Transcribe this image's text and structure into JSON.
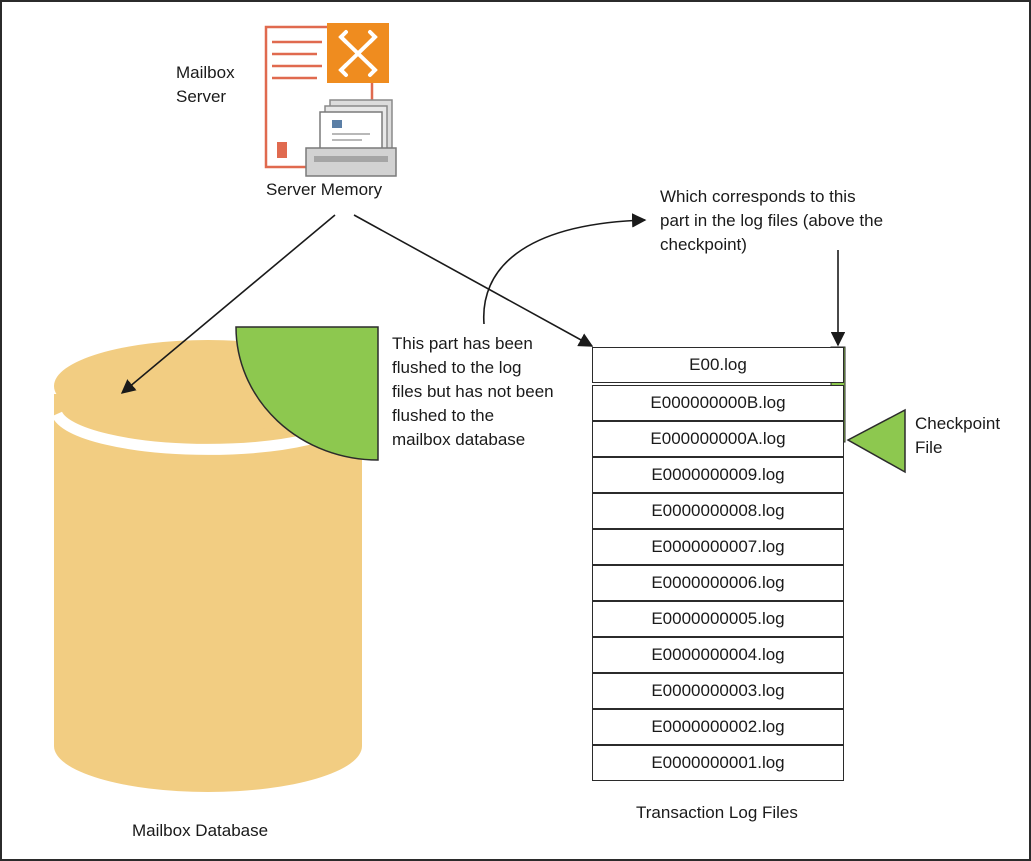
{
  "labels": {
    "mailbox_server": [
      "Mailbox",
      "Server"
    ],
    "server_memory": "Server Memory",
    "corresponds_note": [
      "Which corresponds to this",
      "part in the log files (above the",
      "checkpoint)"
    ],
    "flushed_note": [
      "This part has been",
      "flushed to the log",
      "files but has not been",
      "flushed to the",
      "mailbox database"
    ],
    "checkpoint_file": [
      "Checkpoint",
      "File"
    ],
    "mailbox_database": "Mailbox Database",
    "transaction_log_files": "Transaction Log Files"
  },
  "log_files": [
    "E00.log",
    "E000000000B.log",
    "E000000000A.log",
    "E0000000009.log",
    "E0000000008.log",
    "E0000000007.log",
    "E0000000006.log",
    "E0000000005.log",
    "E0000000004.log",
    "E0000000003.log",
    "E0000000002.log",
    "E0000000001.log"
  ],
  "icons": {
    "server": "exchange-mailbox-server-icon",
    "database": "database-cylinder-icon",
    "checkpoint": "checkpoint-triangle-icon"
  },
  "colors": {
    "database_fill": "#f2cd82",
    "green": "#8dc84f",
    "exchange_orange": "#ef8c1f",
    "server_outline": "#e06a4f",
    "border": "#2b2b2b"
  }
}
